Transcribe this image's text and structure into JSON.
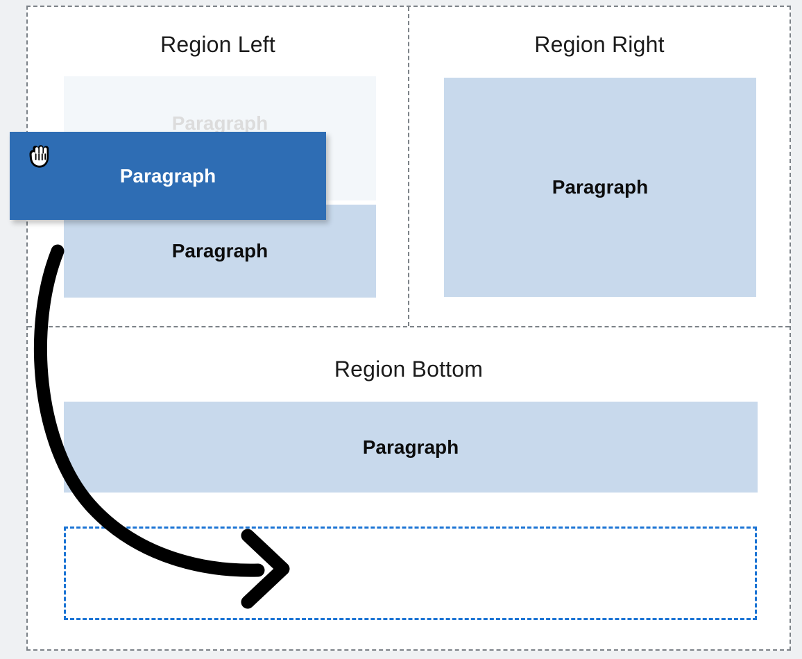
{
  "page": {
    "background_color": "#eff1f3",
    "container_border_color": "#7c8288"
  },
  "regions": [
    {
      "id": "region-left",
      "label": "Region Left",
      "blocks": [
        {
          "label": "Paragraph",
          "state": "ghost-placeholder"
        },
        {
          "label": "Paragraph",
          "state": "normal"
        }
      ]
    },
    {
      "id": "region-right",
      "label": "Region Right",
      "blocks": [
        {
          "label": "Paragraph",
          "state": "normal"
        }
      ]
    },
    {
      "id": "region-bottom",
      "label": "Region Bottom",
      "blocks": [
        {
          "label": "Paragraph",
          "state": "normal"
        }
      ],
      "drop_zone": {
        "label": "",
        "border_color": "#1a73d4",
        "border_style": "dashed"
      }
    }
  ],
  "drag_card": {
    "label": "Paragraph",
    "background_color": "#2e6db4",
    "text_color": "#ffffff",
    "cursor_icon": "grabbing-hand-icon"
  },
  "annotation": {
    "arrow_icon": "curved-arrow-icon",
    "arrow_color": "#000000",
    "from": "region-left-paragraph",
    "to": "region-bottom-drop-zone"
  },
  "colors": {
    "paragraph_block": "#c8d9ec",
    "ghost_block": "#f3f7fa",
    "ghost_text": "#dcdcdc",
    "drag_card": "#2e6db4",
    "drop_zone_border": "#1a73d4",
    "region_border": "#7c8288",
    "page_background": "#eff1f3"
  }
}
